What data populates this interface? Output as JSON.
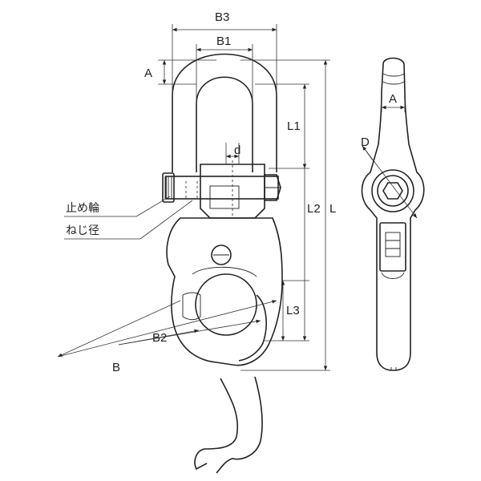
{
  "labels": {
    "b3": "B3",
    "b1": "B1",
    "a_front": "A",
    "a_side": "A",
    "l1": "L1",
    "l2": "L2",
    "l": "L",
    "l3": "L3",
    "d_small": "d",
    "d_big": "D",
    "b2": "B2",
    "b": "B",
    "stop_ring": "止め輪",
    "screw_diameter": "ねじ径"
  }
}
